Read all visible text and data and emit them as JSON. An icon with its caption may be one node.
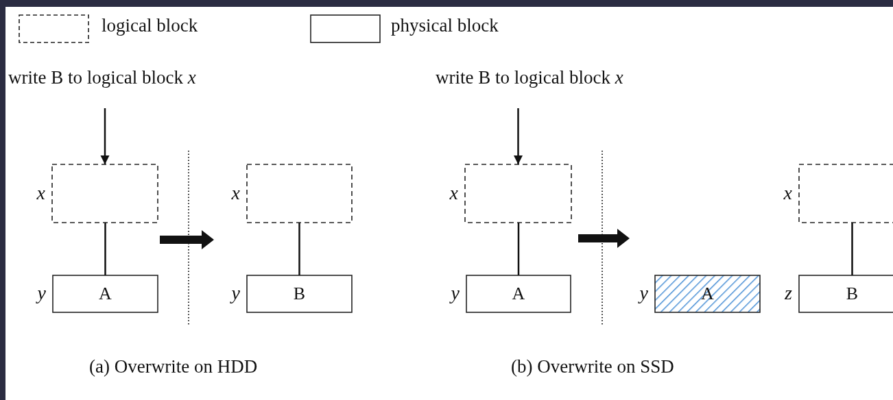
{
  "diagram": {
    "nodes": [
      {
        "text": [
          "write B to logical block *x*"
        ]
      },
      {
        "text": [],
        "shape": "box",
        "beside": [
          "x"
        ]
      },
      {
        "text": [
          "A"
        ],
        "beside": [
          "y"
        ]
      },
      {
        "text": [],
        "shape": "box",
        "beside": [
          "x"
        ]
      },
      {
        "text": [
          "B"
        ],
        "beside": [
          "y"
        ]
      },
      {
        "text": [
          "write B to logical block *x*"
        ]
      },
      {
        "text": [],
        "shape": "box",
        "beside": [
          "x"
        ]
      },
      {
        "text": [
          "A"
        ],
        "beside": [
          "y"
        ]
      },
      {
        "text": [
          "A"
        ],
        "beside": [
          "y"
        ]
      },
      {
        "text": [],
        "shape": "box",
        "beside": [
          "x"
        ]
      },
      {
        "text": [
          "B"
        ],
        "beside": [
          "z"
        ]
      }
    ],
    "edges": [
      {
        "from": 0,
        "to": 1,
        "arrow": "to"
      },
      {
        "from": 1,
        "to": 2,
        "arrow": "none"
      },
      {
        "from": 3,
        "to": 4,
        "arrow": "none"
      },
      {
        "from": 5,
        "to": 6,
        "arrow": "to"
      },
      {
        "from": 6,
        "to": 7,
        "arrow": "none"
      },
      {
        "from": 9,
        "to": 10,
        "arrow": "none"
      }
    ],
    "labels": [
      "(a) Overwrite on HDD",
      "(b) Overwrite on SSD"
    ],
    "legend": [
      {
        "text": "logical block"
      },
      {
        "text": "physical block"
      }
    ]
  }
}
